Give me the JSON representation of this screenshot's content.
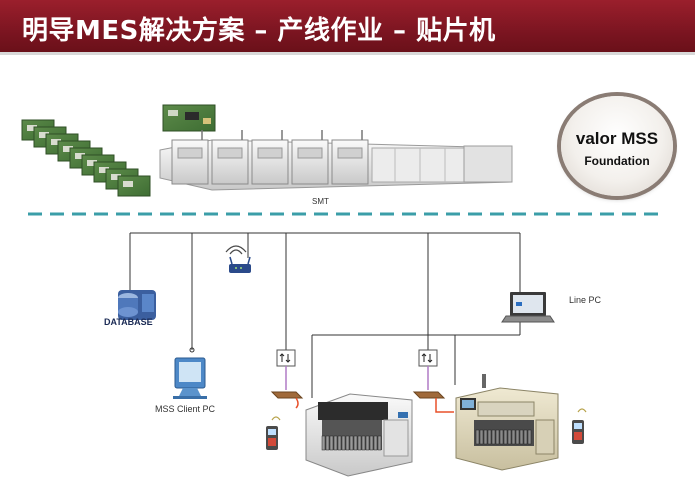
{
  "title": "明导MES解决方案 – 产线作业 – 贴片机",
  "logo": {
    "brand": "valor MSS",
    "subtitle": "Foundation"
  },
  "labels": {
    "smt": "SMT",
    "database": "DATABASE",
    "line_pc": "Line PC",
    "client_pc": "MSS Client PC"
  },
  "colors": {
    "title_bg": "#7c1521",
    "dash": "#3b9ea8",
    "signal": "#b07ac6",
    "cable": "#e8502a"
  }
}
